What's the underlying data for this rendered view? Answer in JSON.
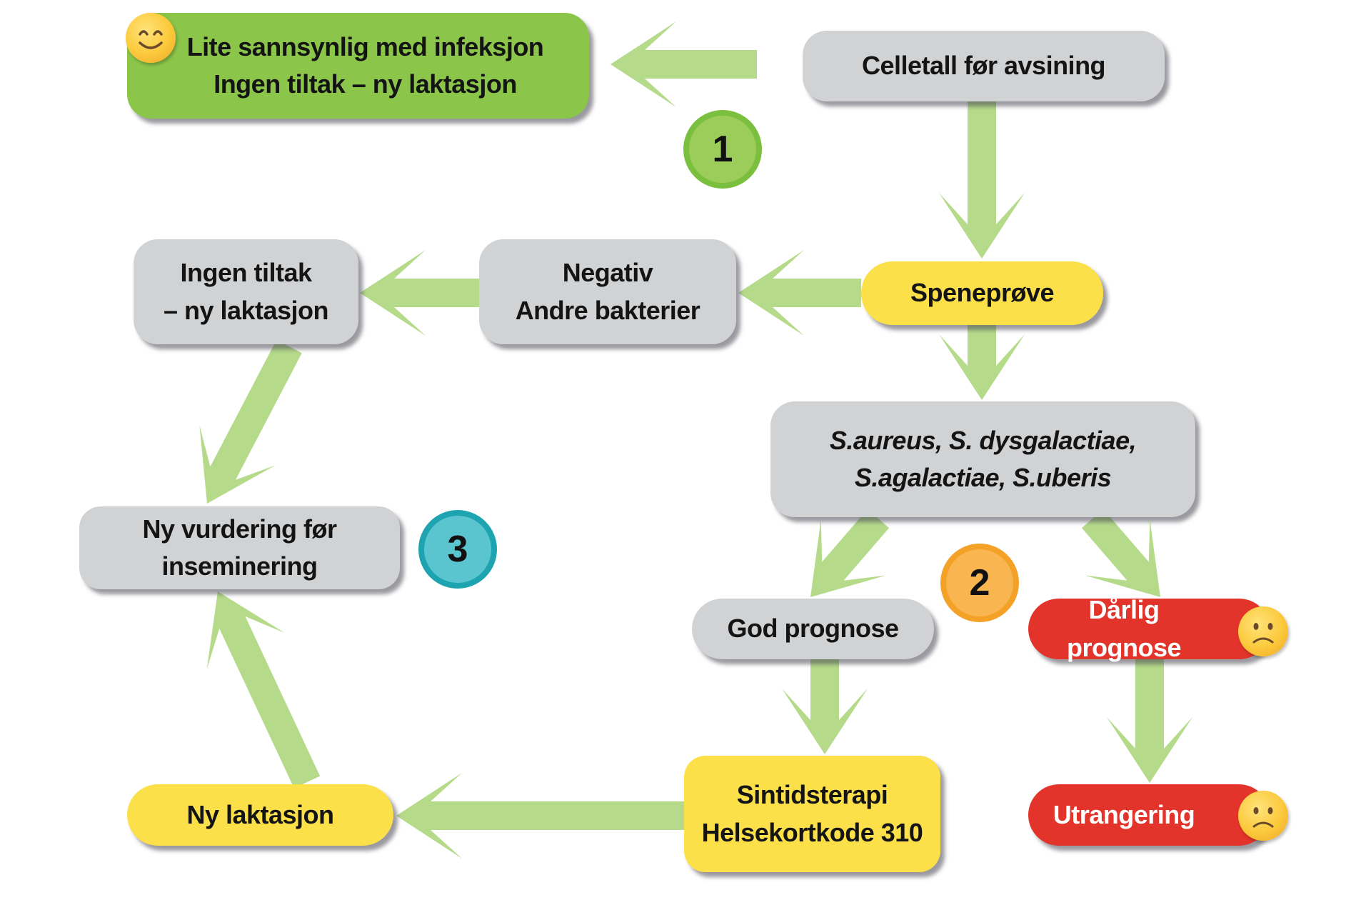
{
  "diagram": {
    "nodes": {
      "lite_sannsynlig": {
        "lines": [
          "Lite sannsynlig med infeksjon",
          "Ingen tiltak – ny laktasjon"
        ],
        "color": "#8bc64a",
        "emoji": "smiling-face-icon"
      },
      "celletall": {
        "lines": [
          "Celletall før avsining"
        ],
        "color": "#d1d2d4"
      },
      "speneprove": {
        "lines": [
          "Speneprøve"
        ],
        "color": "#fce04a"
      },
      "negativ": {
        "lines": [
          "Negativ",
          "Andre bakterier"
        ],
        "color": "#d1d2d4"
      },
      "ingen_tiltak": {
        "lines": [
          "Ingen tiltak",
          "– ny laktasjon"
        ],
        "color": "#d1d2d4"
      },
      "bakterier": {
        "lines": [
          "S.aureus, S. dysgalactiae,",
          "S.agalactiae, S.uberis"
        ],
        "color": "#d1d2d4"
      },
      "god_prognose": {
        "lines": [
          "God prognose"
        ],
        "color": "#d1d2d4"
      },
      "darlig_prognose": {
        "lines": [
          "Dårlig prognose"
        ],
        "color": "#e3342b",
        "emoji": "sad-face-icon"
      },
      "sintidsterapi": {
        "lines": [
          "Sintidsterapi",
          "Helsekortkode 310"
        ],
        "color": "#fce04a"
      },
      "utrangering": {
        "lines": [
          "Utrangering"
        ],
        "color": "#e3342b",
        "emoji": "sad-face-icon"
      },
      "ny_laktasjon": {
        "lines": [
          "Ny laktasjon"
        ],
        "color": "#fce04a"
      },
      "ny_vurdering": {
        "lines": [
          "Ny vurdering før",
          "inseminering"
        ],
        "color": "#d1d2d4"
      }
    },
    "step_markers": [
      {
        "label": "1",
        "fill": "#9ccd5a",
        "ring": "#7bbf3f"
      },
      {
        "label": "2",
        "fill": "#f9b54f",
        "ring": "#f4a227"
      },
      {
        "label": "3",
        "fill": "#5ac4cf",
        "ring": "#1ea3b0"
      }
    ],
    "edges": [
      {
        "from": "celletall",
        "to": "lite_sannsynlig"
      },
      {
        "from": "celletall",
        "to": "speneprove"
      },
      {
        "from": "speneprove",
        "to": "negativ"
      },
      {
        "from": "negativ",
        "to": "ingen_tiltak"
      },
      {
        "from": "speneprove",
        "to": "bakterier"
      },
      {
        "from": "ingen_tiltak",
        "to": "ny_vurdering"
      },
      {
        "from": "bakterier",
        "to": "god_prognose"
      },
      {
        "from": "bakterier",
        "to": "darlig_prognose"
      },
      {
        "from": "god_prognose",
        "to": "sintidsterapi"
      },
      {
        "from": "darlig_prognose",
        "to": "utrangering"
      },
      {
        "from": "sintidsterapi",
        "to": "ny_laktasjon"
      },
      {
        "from": "ny_laktasjon",
        "to": "ny_vurdering"
      }
    ],
    "arrow_color": "#b5da8a"
  }
}
